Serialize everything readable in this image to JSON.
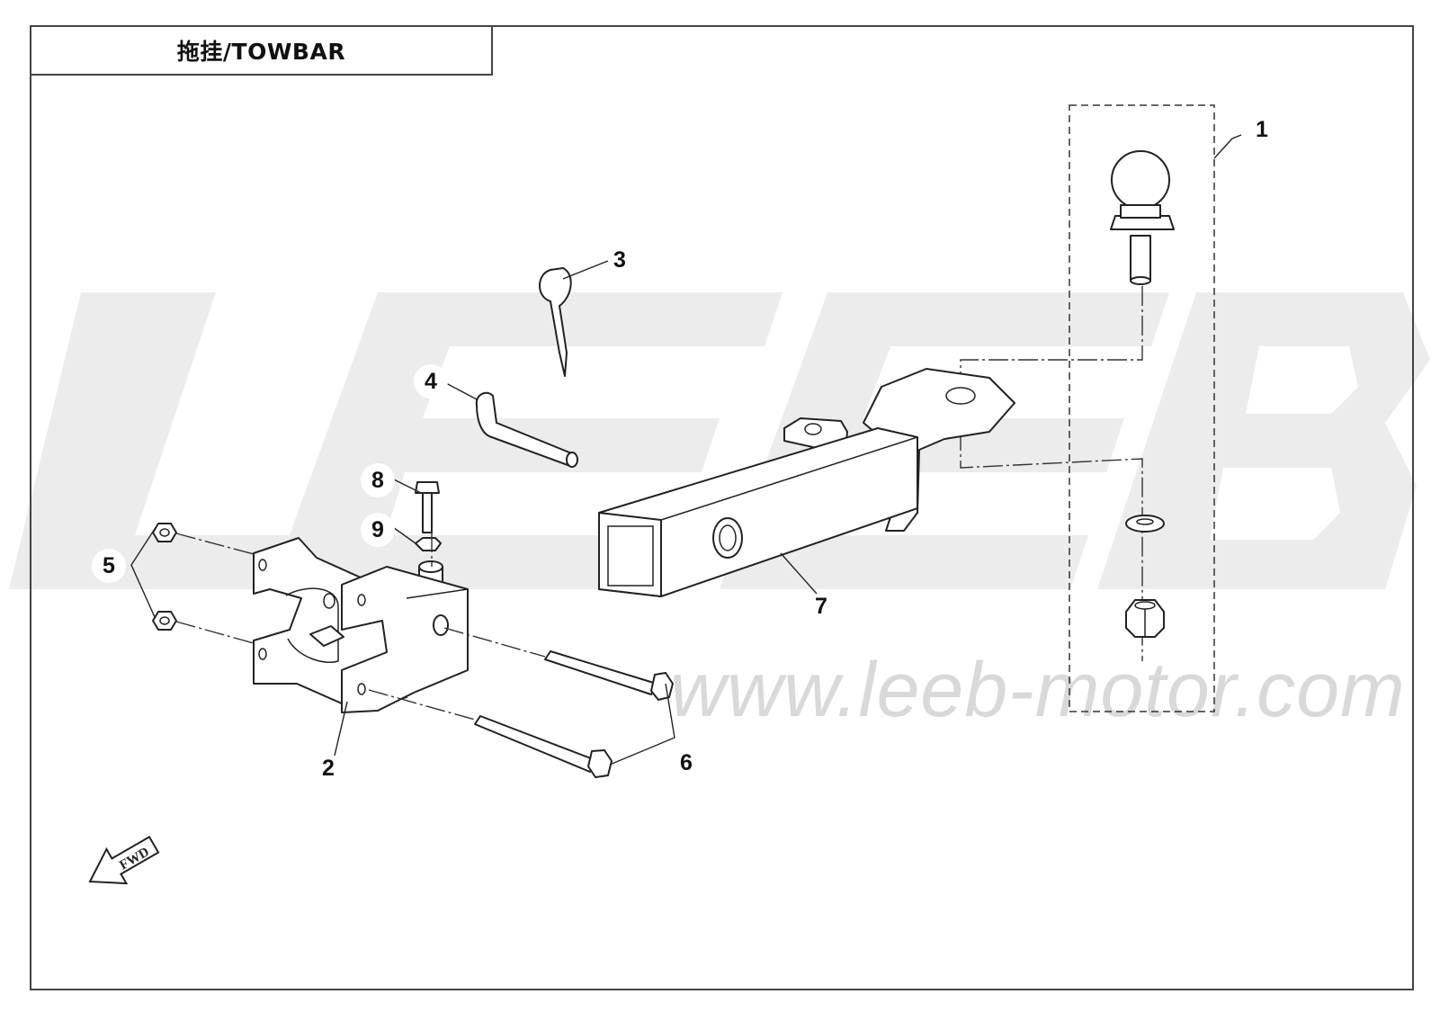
{
  "title": "拖挂/TOWBAR",
  "watermark": {
    "logo_text": "LEEB",
    "url": "www.leeb-motor.com"
  },
  "direction_marker": {
    "text": "FWD",
    "icon": "fwd-arrow-icon"
  },
  "callouts": [
    {
      "number": "1",
      "part": "hitch-ball-kit"
    },
    {
      "number": "2",
      "part": "mounting-bracket"
    },
    {
      "number": "3",
      "part": "hitch-pin-clip"
    },
    {
      "number": "4",
      "part": "hitch-pin"
    },
    {
      "number": "5",
      "part": "nuts"
    },
    {
      "number": "6",
      "part": "bolts"
    },
    {
      "number": "7",
      "part": "receiver-drawbar"
    },
    {
      "number": "8",
      "part": "small-bolt"
    },
    {
      "number": "9",
      "part": "small-nut"
    }
  ]
}
